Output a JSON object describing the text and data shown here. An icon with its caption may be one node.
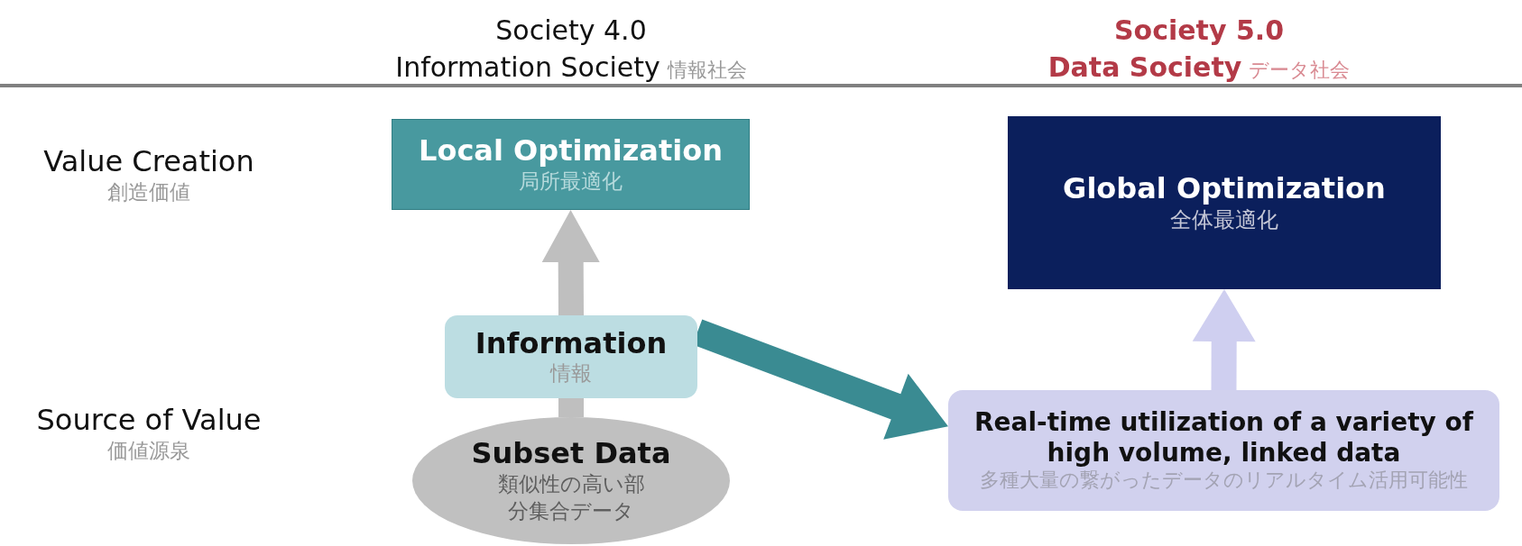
{
  "diagram": {
    "nodes": [
      {
        "text": [
          "Local Optimization",
          "局所最適化"
        ]
      },
      {
        "text": [
          "Global Optimization",
          "全体最適化"
        ]
      },
      {
        "text": [
          "Information",
          "情報"
        ]
      },
      {
        "text": [
          "Real-time utilization of a variety of high volume, linked data",
          "多種大量の繋がったデータのリアルタイム活用可能性"
        ]
      },
      {
        "text": [
          "Subset Data",
          "類似性の高い部分集合データ"
        ]
      }
    ],
    "edges": [
      {
        "from": 4,
        "to": 2,
        "arrow": "none",
        "style": "thick",
        "color": "#bfbfbf"
      },
      {
        "from": 2,
        "to": 0,
        "arrow": "to",
        "style": "thick",
        "color": "#bfbfbf"
      },
      {
        "from": 2,
        "to": 3,
        "arrow": "to",
        "style": "thick",
        "color": "#3a8b92"
      },
      {
        "from": 3,
        "to": 1,
        "arrow": "to",
        "style": "thick",
        "color": "#cfcff0"
      }
    ],
    "labels": [
      "Society 4.0",
      "Information Society",
      "情報社会",
      "Society 5.0",
      "Data Society",
      "データ社会",
      "Value Creation",
      "創造価値",
      "Source of Value",
      "価値源泉"
    ]
  }
}
